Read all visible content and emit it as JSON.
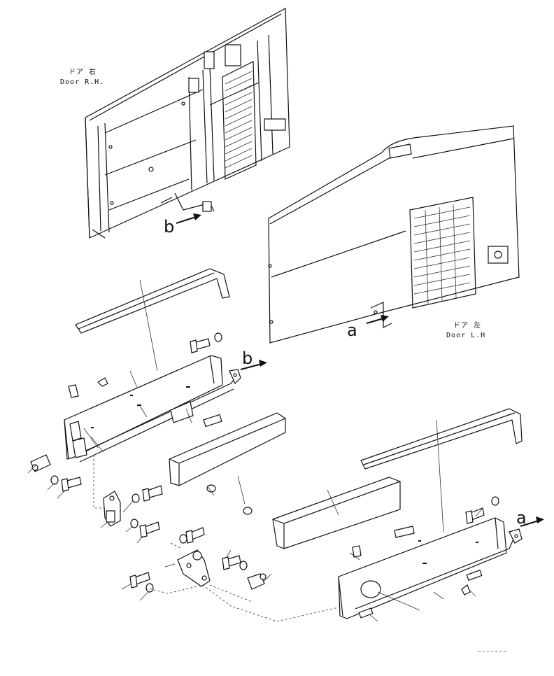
{
  "views": {
    "door_rh": {
      "caption_jp": "ドア 右",
      "caption_en": "Door R.H."
    },
    "door_lh": {
      "caption_jp": "ドア 左",
      "caption_en": "Door L.H"
    }
  },
  "arrow_refs": {
    "b_top": "b",
    "a_top": "a",
    "b_mid": "b",
    "a_right": "a"
  },
  "colors": {
    "line": "#111111",
    "background": "#ffffff"
  }
}
